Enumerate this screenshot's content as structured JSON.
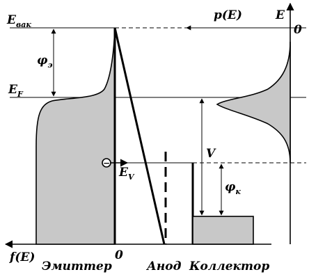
{
  "labels": {
    "e_vac": "E",
    "e_vac_sub": "вак",
    "e_f": "E",
    "e_f_sub": "F",
    "phi_e": "φ",
    "phi_e_sub": "э",
    "p_e": "p(E)",
    "e_axis": "E",
    "zero_top": "0",
    "e_v": "E",
    "e_v_sub": "V",
    "v": "V",
    "phi_k": "φ",
    "phi_k_sub": "к",
    "f_e": "f(E)",
    "zero_bottom": "0",
    "emitter": "Эмиттер",
    "anode": "Анод",
    "collector": "Коллектор",
    "electron": "−"
  }
}
